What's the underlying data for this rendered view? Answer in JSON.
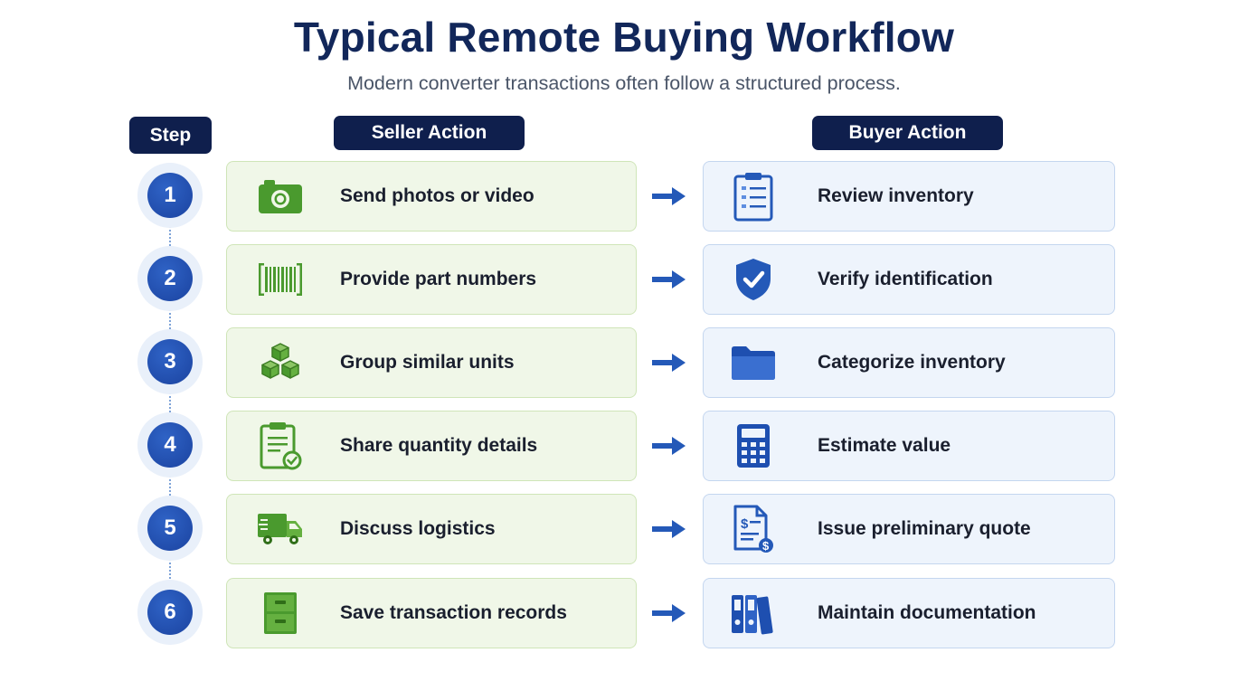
{
  "title": "Typical Remote Buying Workflow",
  "subtitle": "Modern converter transactions often follow a structured process.",
  "headers": {
    "step": "Step",
    "seller": "Seller Action",
    "buyer": "Buyer Action"
  },
  "colors": {
    "navy": "#0f1f4d",
    "step_blue": "#1f4aa8",
    "seller_green": "#4a9a2e",
    "buyer_blue": "#2459b8",
    "arrow": "#2459b8"
  },
  "rows": [
    {
      "step": "1",
      "seller": {
        "text": "Send photos or video",
        "icon": "camera-icon"
      },
      "buyer": {
        "text": "Review inventory",
        "icon": "clipboard-checklist-icon"
      }
    },
    {
      "step": "2",
      "seller": {
        "text": "Provide part numbers",
        "icon": "barcode-icon"
      },
      "buyer": {
        "text": "Verify identification",
        "icon": "shield-check-icon"
      }
    },
    {
      "step": "3",
      "seller": {
        "text": "Group similar units",
        "icon": "stacked-boxes-icon"
      },
      "buyer": {
        "text": "Categorize inventory",
        "icon": "folder-icon"
      }
    },
    {
      "step": "4",
      "seller": {
        "text": "Share quantity details",
        "icon": "clipboard-check-icon"
      },
      "buyer": {
        "text": "Estimate value",
        "icon": "calculator-icon"
      }
    },
    {
      "step": "5",
      "seller": {
        "text": "Discuss logistics",
        "icon": "truck-icon"
      },
      "buyer": {
        "text": "Issue preliminary quote",
        "icon": "quote-document-icon"
      }
    },
    {
      "step": "6",
      "seller": {
        "text": "Save transaction records",
        "icon": "file-cabinet-icon"
      },
      "buyer": {
        "text": "Maintain documentation",
        "icon": "binders-icon"
      }
    }
  ]
}
